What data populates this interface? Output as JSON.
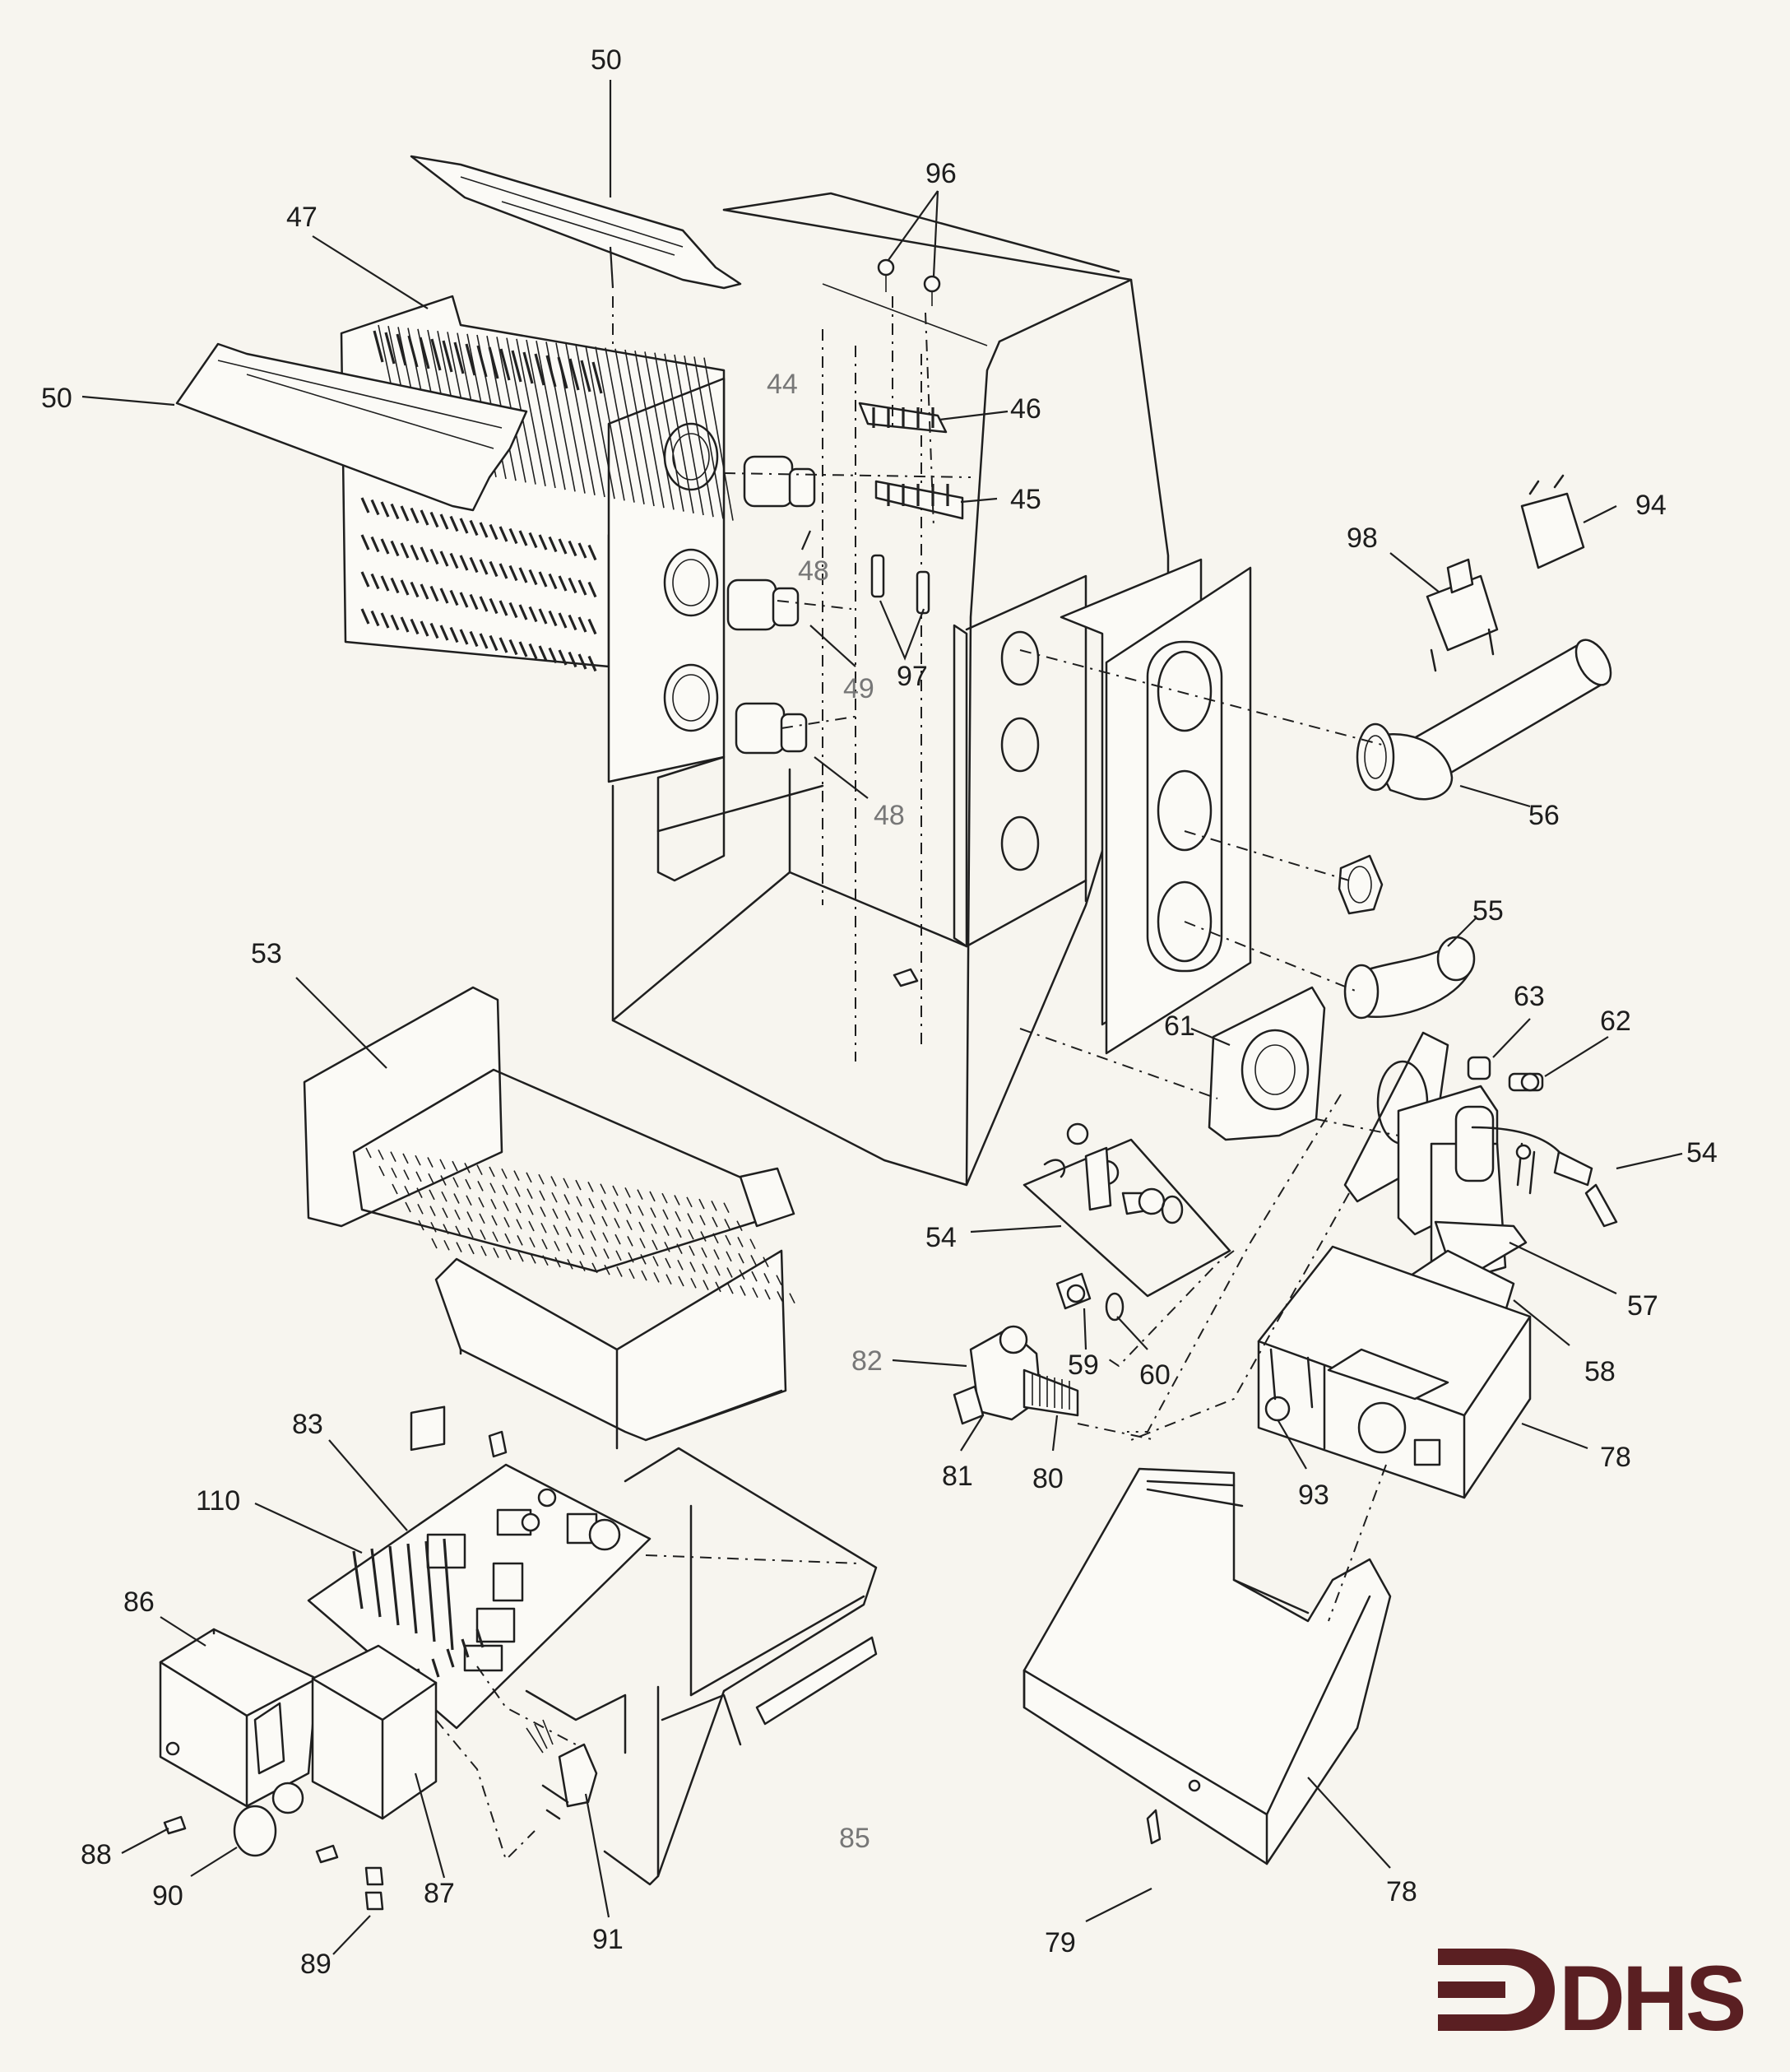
{
  "diagram": {
    "callouts": [
      "50",
      "47",
      "50",
      "96",
      "44",
      "46",
      "45",
      "48",
      "49",
      "97",
      "48",
      "98",
      "94",
      "56",
      "55",
      "63",
      "62",
      "61",
      "54",
      "54",
      "57",
      "58",
      "59",
      "60",
      "82",
      "81",
      "80",
      "78",
      "93",
      "53",
      "83",
      "110",
      "86",
      "88",
      "90",
      "89",
      "87",
      "91",
      "85",
      "79",
      "78"
    ]
  },
  "logo": {
    "text": "DHS",
    "color": "#5a1f22"
  }
}
